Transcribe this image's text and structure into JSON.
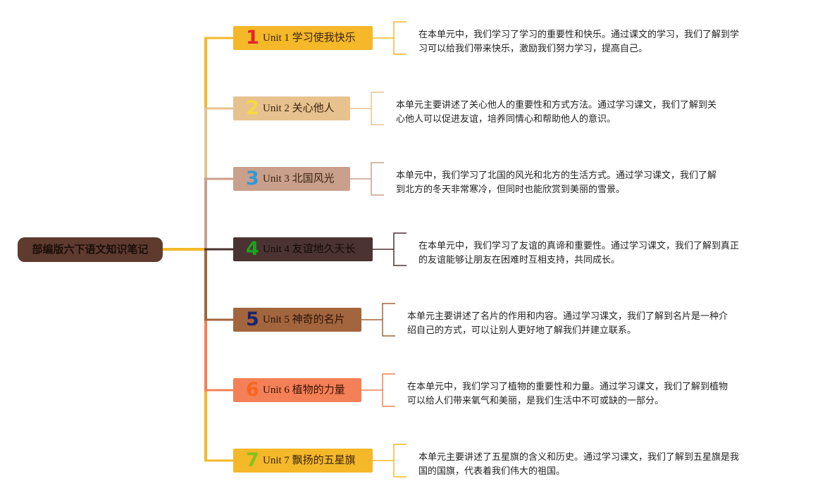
{
  "root": {
    "title": "部编版六下语文知识笔记"
  },
  "units": [
    {
      "num": "1",
      "label": "Unit 1 学习使我快乐",
      "color": "#f4b829",
      "num_color": "#e3252c",
      "text_color": "#3a2410",
      "desc_line1": "在本单元中，我们学习了学习的重要性和快乐。通过课文的学习，我们了解到学",
      "desc_line2": "习可以给我们带来快乐，激励我们努力学习，提高自己。"
    },
    {
      "num": "2",
      "label": "Unit 2 关心他人",
      "color": "#e7c28f",
      "num_color": "#f4da3e",
      "text_color": "#3a2410",
      "desc_line1": "本单元主要讲述了关心他人的重要性和方式方法。通过学习课文，我们了解到关",
      "desc_line2": "心他人可以促进友谊，培养同情心和帮助他人的意识。"
    },
    {
      "num": "3",
      "label": "Unit 3 北国风光",
      "color": "#c9a08c",
      "num_color": "#2f9ad9",
      "text_color": "#3a2410",
      "desc_line1": "本单元中，我们学习了北国的风光和北方的生活方式。通过学习课文，我们了解",
      "desc_line2": "到北方的冬天非常寒冷，但同时也能欣赏到美丽的雪景。"
    },
    {
      "num": "4",
      "label": "Unit 4 友谊地久天长",
      "color": "#4a3332",
      "num_color": "#1da31d",
      "text_color": "#150a08",
      "desc_line1": "在本单元中，我们学习了友谊的真谛和重要性。通过学习课文，我们了解到真正",
      "desc_line2": "的友谊能够让朋友在困难时互相支持，共同成长。"
    },
    {
      "num": "5",
      "label": "Unit 5 神奇的名片",
      "color": "#a2653d",
      "num_color": "#1d2470",
      "text_color": "#2a1408",
      "desc_line1": "本单元主要讲述了名片的作用和内容。通过学习课文，我们了解到名片是一种介",
      "desc_line2": "绍自己的方式，可以让别人更好地了解我们并建立联系。"
    },
    {
      "num": "6",
      "label": "Unit 6 植物的力量",
      "color": "#f48058",
      "num_color": "#f7661d",
      "text_color": "#3a1408",
      "desc_line1": "在本单元中，我们学习了植物的重要性和力量。通过学习课文，我们了解到植物",
      "desc_line2": "可以给人们带来氧气和美丽，是我们生活中不可或缺的一部分。"
    },
    {
      "num": "7",
      "label": "Unit 7 飘扬的五星旗",
      "color": "#f4b829",
      "num_color": "#84c21b",
      "text_color": "#3a2410",
      "desc_line1": "本单元主要讲述了五星旗的含义和历史。通过学习课文，我们了解到五星旗是我",
      "desc_line2": "国的国旗，代表着我们伟大的祖国。"
    }
  ]
}
